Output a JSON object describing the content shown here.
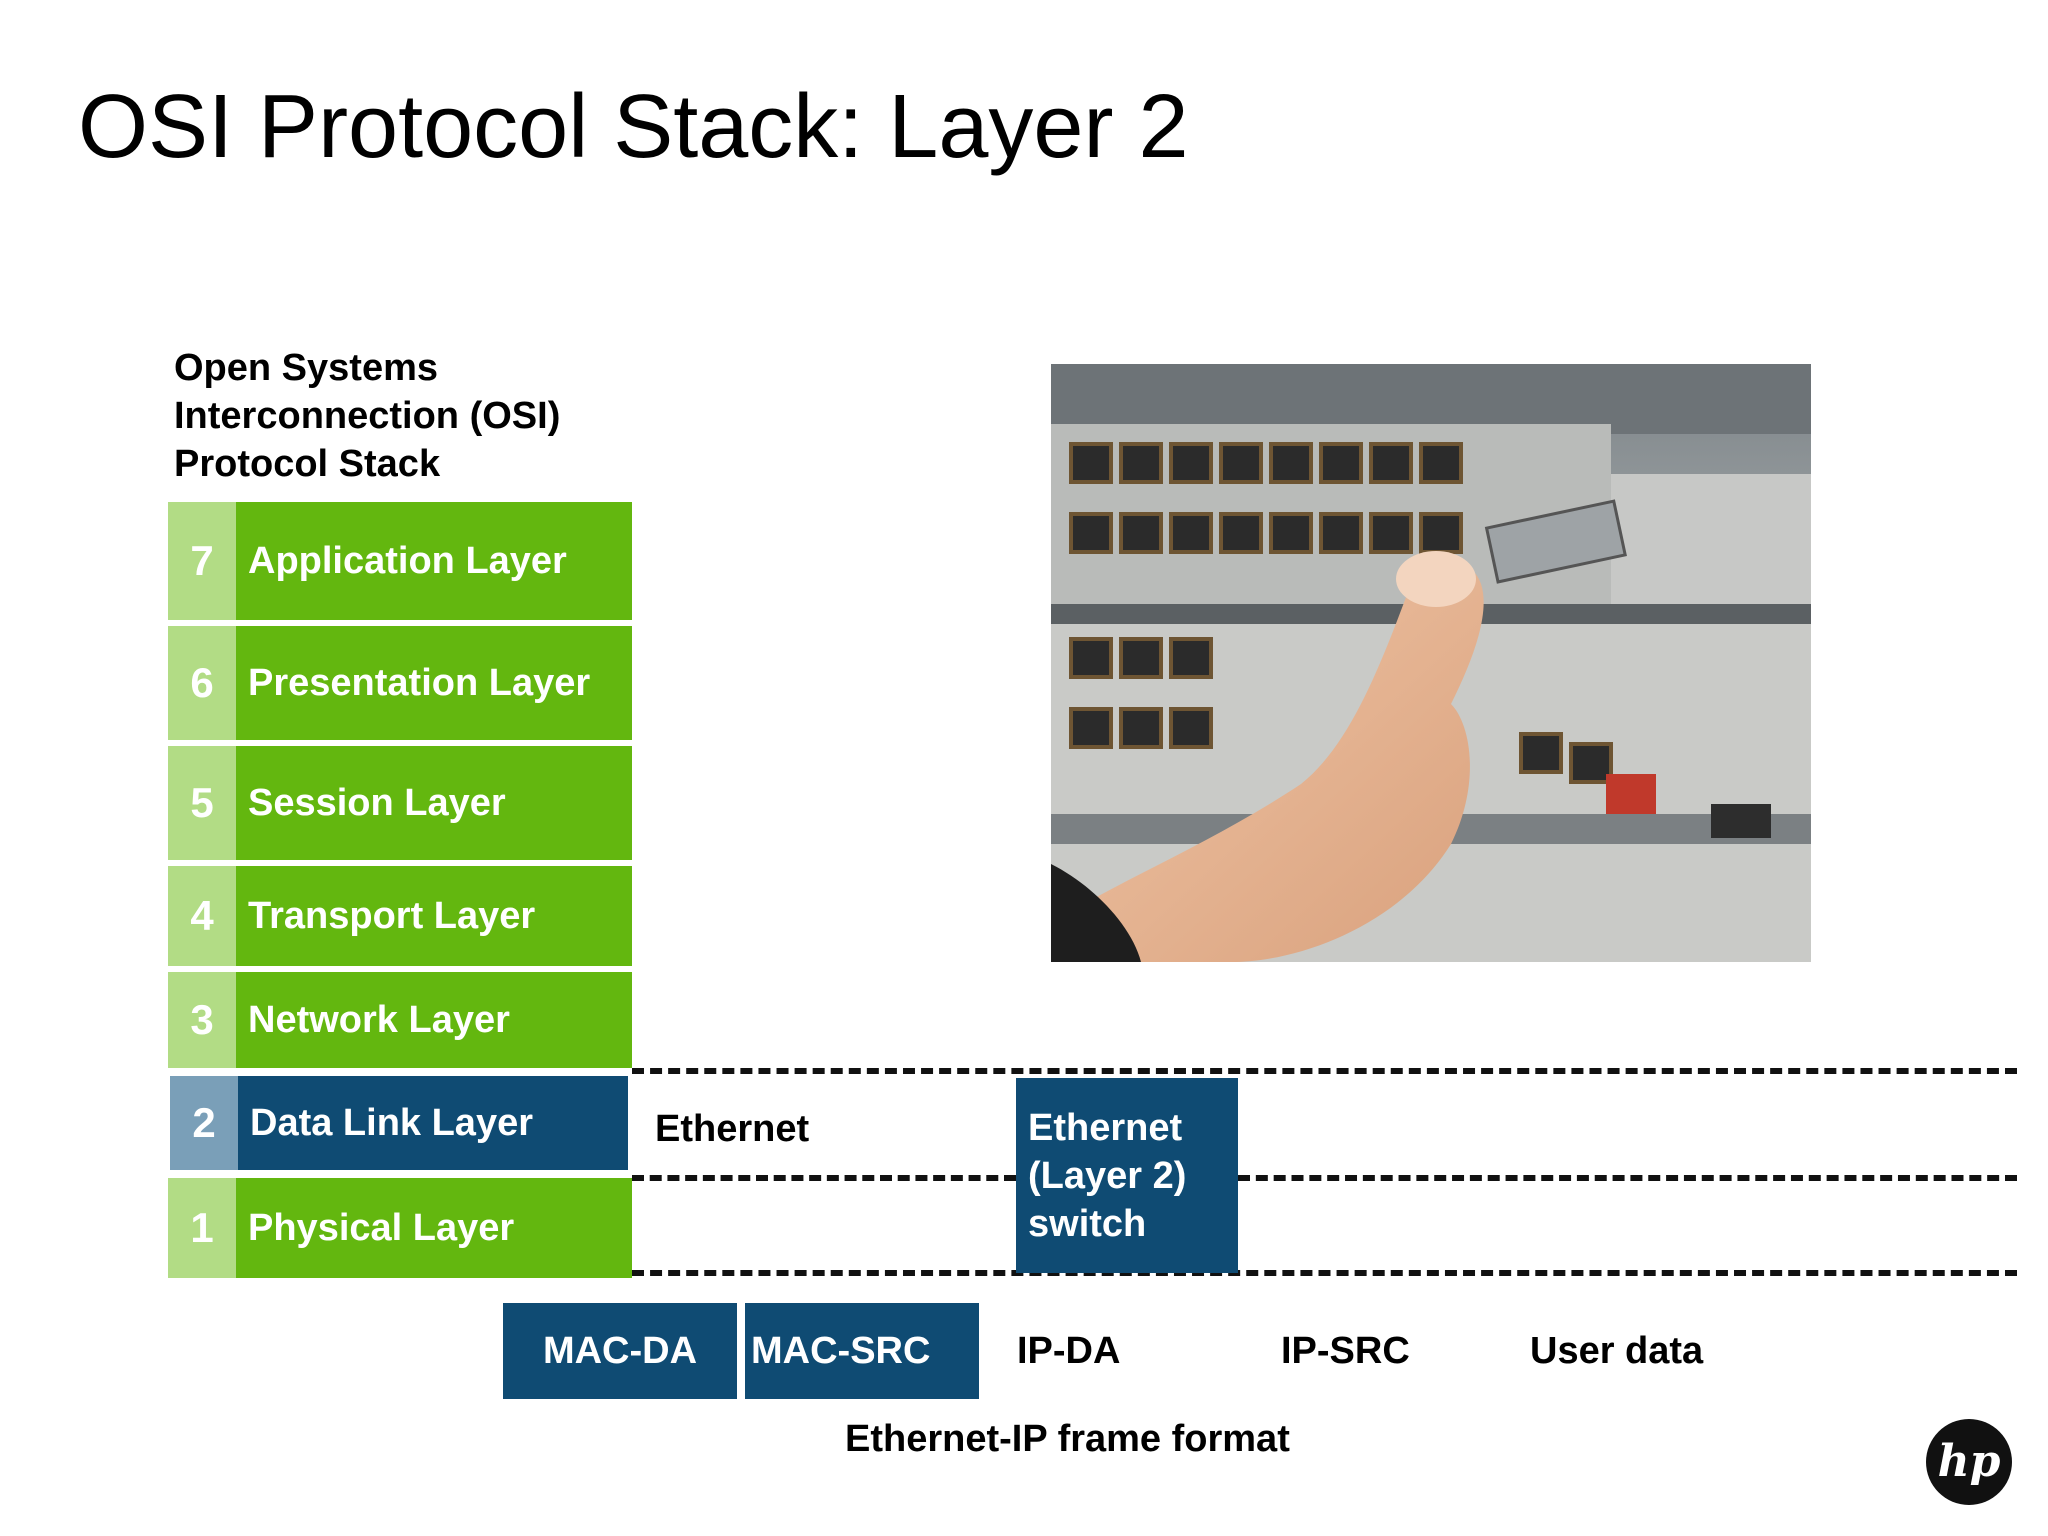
{
  "slide": {
    "title": "OSI Protocol Stack: Layer 2",
    "stack_heading": [
      "Open Systems",
      "Interconnection (OSI)",
      "Protocol Stack"
    ],
    "layers": [
      {
        "number": "7",
        "label": "Application Layer"
      },
      {
        "number": "6",
        "label": "Presentation Layer"
      },
      {
        "number": "5",
        "label": "Session Layer"
      },
      {
        "number": "4",
        "label": "Transport Layer"
      },
      {
        "number": "3",
        "label": "Network Layer"
      },
      {
        "number": "2",
        "label": "Data Link Layer"
      },
      {
        "number": "1",
        "label": "Physical Layer"
      }
    ],
    "highlighted_layer": "2",
    "ethernet_label": "Ethernet",
    "switch_box": [
      "Ethernet",
      "(Layer 2)",
      "switch"
    ],
    "frame_fields": [
      "MAC-DA",
      "MAC-SRC",
      "IP-DA",
      "IP-SRC",
      "User data"
    ],
    "frame_caption": "Ethernet-IP frame format",
    "logo_text": "hp"
  },
  "colors": {
    "green": "#63b70f",
    "light_green": "#b2dc85",
    "navy": "#0f4b73",
    "steel_blue": "#7a9fb8"
  },
  "photo": {
    "subject": "hand-inserting-transceiver-into-network-switch"
  }
}
